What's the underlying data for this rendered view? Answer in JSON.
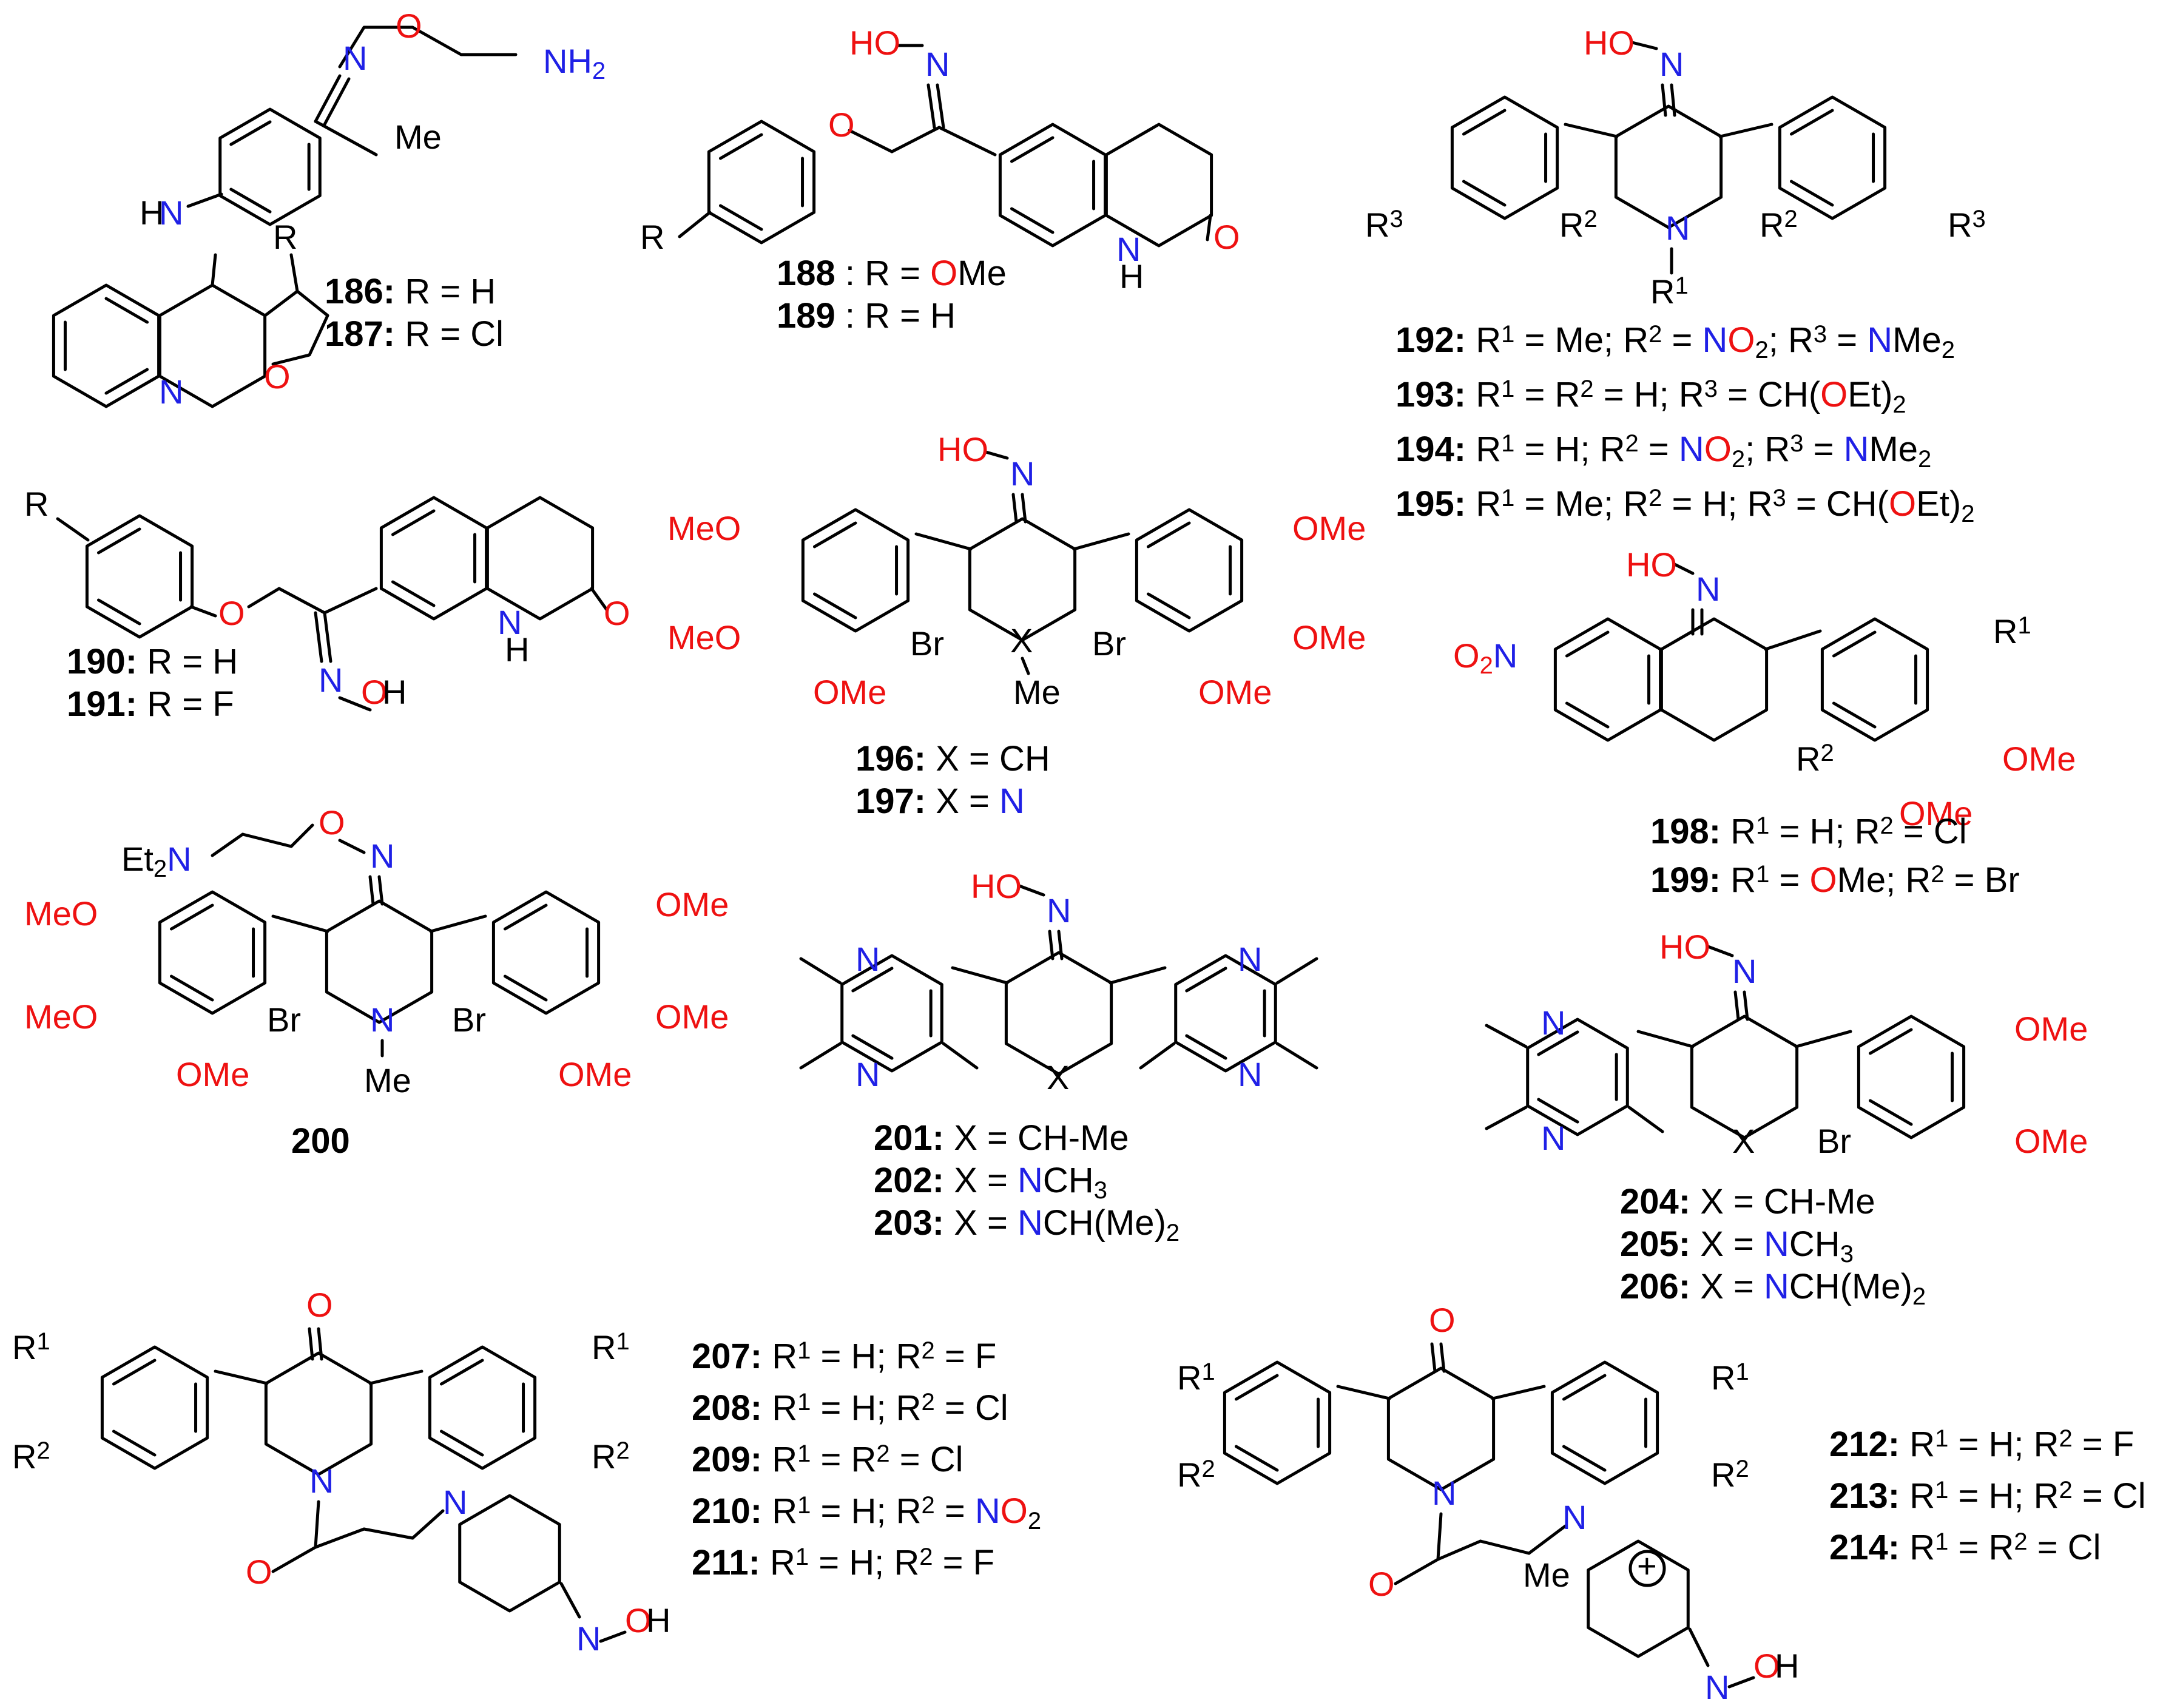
{
  "colors": {
    "nitrogen": "#1f20e6",
    "oxygen": "#ee1111",
    "bond": "#000000"
  },
  "labels": {
    "c186": "186:",
    "c186t": "R = H",
    "c187": "187:",
    "c187t": "R = Cl",
    "c188": "188",
    "c188t": ": R = OMe",
    "c189": "189",
    "c189t": ": R = H",
    "c190": "190:",
    "c190t": "R = H",
    "c191": "191:",
    "c191t": "R = F",
    "c192": "192:",
    "c192t": "R1 = Me; R2 = NO2; R3 = NMe2",
    "c193": "193:",
    "c193t": "R1 = R2 = H; R3 = CH(OEt)2",
    "c194": "194:",
    "c194t": "R1 = H; R2 = NO2; R3 = NMe2",
    "c195": "195:",
    "c195t": "R1 = Me; R2 = H; R3 = CH(OEt)2",
    "c196": "196:",
    "c196t": "X = CH",
    "c197": "197:",
    "c197t": "X = N",
    "c198": "198:",
    "c198t": "R1 = H; R2 = Cl",
    "c199": "199:",
    "c199t": "R1 = OMe; R2 = Br",
    "c200": "200",
    "c201": "201:",
    "c201t": "X = CH-Me",
    "c202": "202:",
    "c202t": "X = NCH3",
    "c203": "203:",
    "c203t": "X = NCH(Me)2",
    "c204": "204:",
    "c204t": "X = CH-Me",
    "c205": "205:",
    "c205t": "X = NCH3",
    "c206": "206:",
    "c206t": "X = NCH(Me)2",
    "c207": "207:",
    "c207t": "R1 = H; R2 = F",
    "c208": "208:",
    "c208t": "R1 = H; R2 = Cl",
    "c209": "209:",
    "c209t": "R1 = R2 = Cl",
    "c210": "210:",
    "c210t": "R1 = H; R2 = NO2",
    "c211": "211:",
    "c211t": "R1 = H; R2 = F",
    "c212": "212:",
    "c212t": "R1 = H; R2 = F",
    "c213": "213:",
    "c213t": "R1 = H; R2 = Cl",
    "c214": "214:",
    "c214t": "R1 = R2 = Cl"
  },
  "atoms": {
    "a_HO": "HO",
    "a_N": "N",
    "a_O": "O",
    "a_OH": "OH",
    "a_NH2": "NH2",
    "a_NH": "NH",
    "a_HN": "HN",
    "a_H": "H",
    "a_Me": "Me",
    "a_R": "R",
    "a_R1": "R1",
    "a_R2": "R2",
    "a_R3": "R3",
    "a_MeO": "MeO",
    "a_OMe": "OMe",
    "a_Br": "Br",
    "a_X": "X",
    "a_O2N": "O2N",
    "a_Et2N": "Et2N",
    "a_plus": "+"
  }
}
